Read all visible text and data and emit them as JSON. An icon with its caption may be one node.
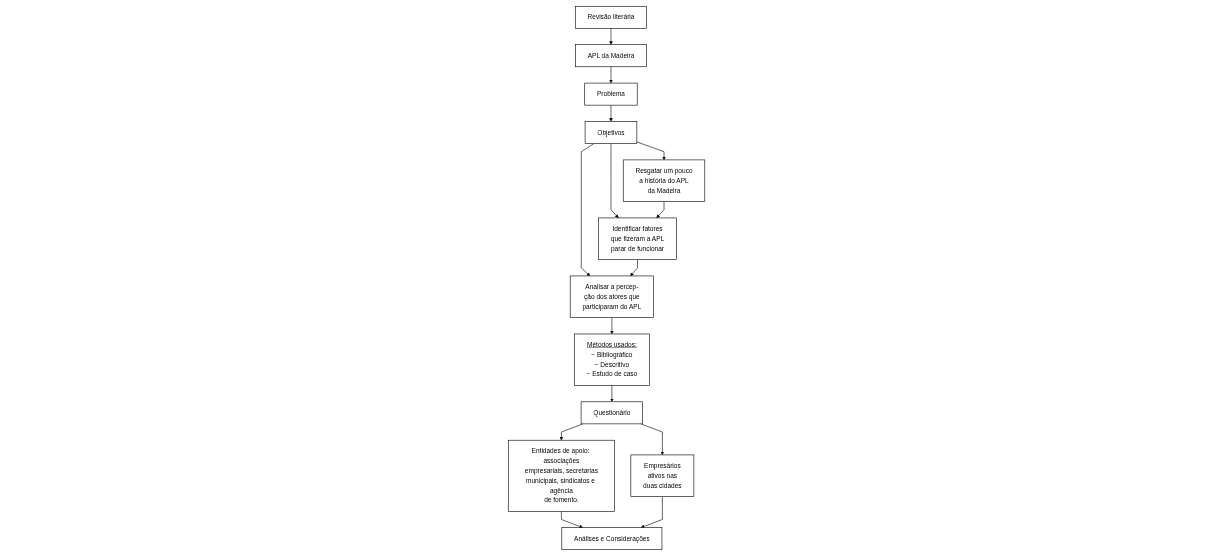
{
  "diagram": {
    "nodes": [
      {
        "text": [
          "Revisão literária"
        ]
      },
      {
        "text": [
          "APL da Madeira"
        ]
      },
      {
        "text": [
          "Problema"
        ]
      },
      {
        "text": [
          "Objetivos"
        ]
      },
      {
        "text": [
          "Resgatar um pouco a história do APL da Madeira"
        ]
      },
      {
        "text": [
          "Identificar fatores que fizeram a APL parar de funcionar"
        ]
      },
      {
        "text": [
          "Analisar a percep- ção dos atores que participaram do APL"
        ]
      },
      {
        "text": [
          "Métodos usados:",
          "− Bibliográfico",
          "− Descritivo",
          "− Estudo de caso"
        ]
      },
      {
        "text": [
          "Questionário"
        ]
      },
      {
        "text": [
          "Empresários ativos nas duas cidades"
        ]
      },
      {
        "text": [
          "Entidades de apoio: associações empresariais, secretarias municipais, sindicatos e agência de fomento."
        ]
      },
      {
        "text": [
          "Análises e Considerações"
        ]
      }
    ],
    "edges": [
      {
        "from": 0,
        "to": 1,
        "arrow": "to"
      },
      {
        "from": 1,
        "to": 2,
        "arrow": "to"
      },
      {
        "from": 2,
        "to": 3,
        "arrow": "to"
      },
      {
        "from": 3,
        "to": 4,
        "arrow": "to"
      },
      {
        "from": 3,
        "to": 5,
        "arrow": "to"
      },
      {
        "from": 3,
        "to": 6,
        "arrow": "to"
      },
      {
        "from": 4,
        "to": 5,
        "arrow": "to"
      },
      {
        "from": 5,
        "to": 6,
        "arrow": "to"
      },
      {
        "from": 6,
        "to": 7,
        "arrow": "to"
      },
      {
        "from": 7,
        "to": 8,
        "arrow": "to"
      },
      {
        "from": 8,
        "to": 9,
        "arrow": "to"
      },
      {
        "from": 8,
        "to": 10,
        "arrow": "to"
      },
      {
        "from": 10,
        "to": 11,
        "arrow": "to"
      },
      {
        "from": 9,
        "to": 11,
        "arrow": "to"
      }
    ]
  }
}
